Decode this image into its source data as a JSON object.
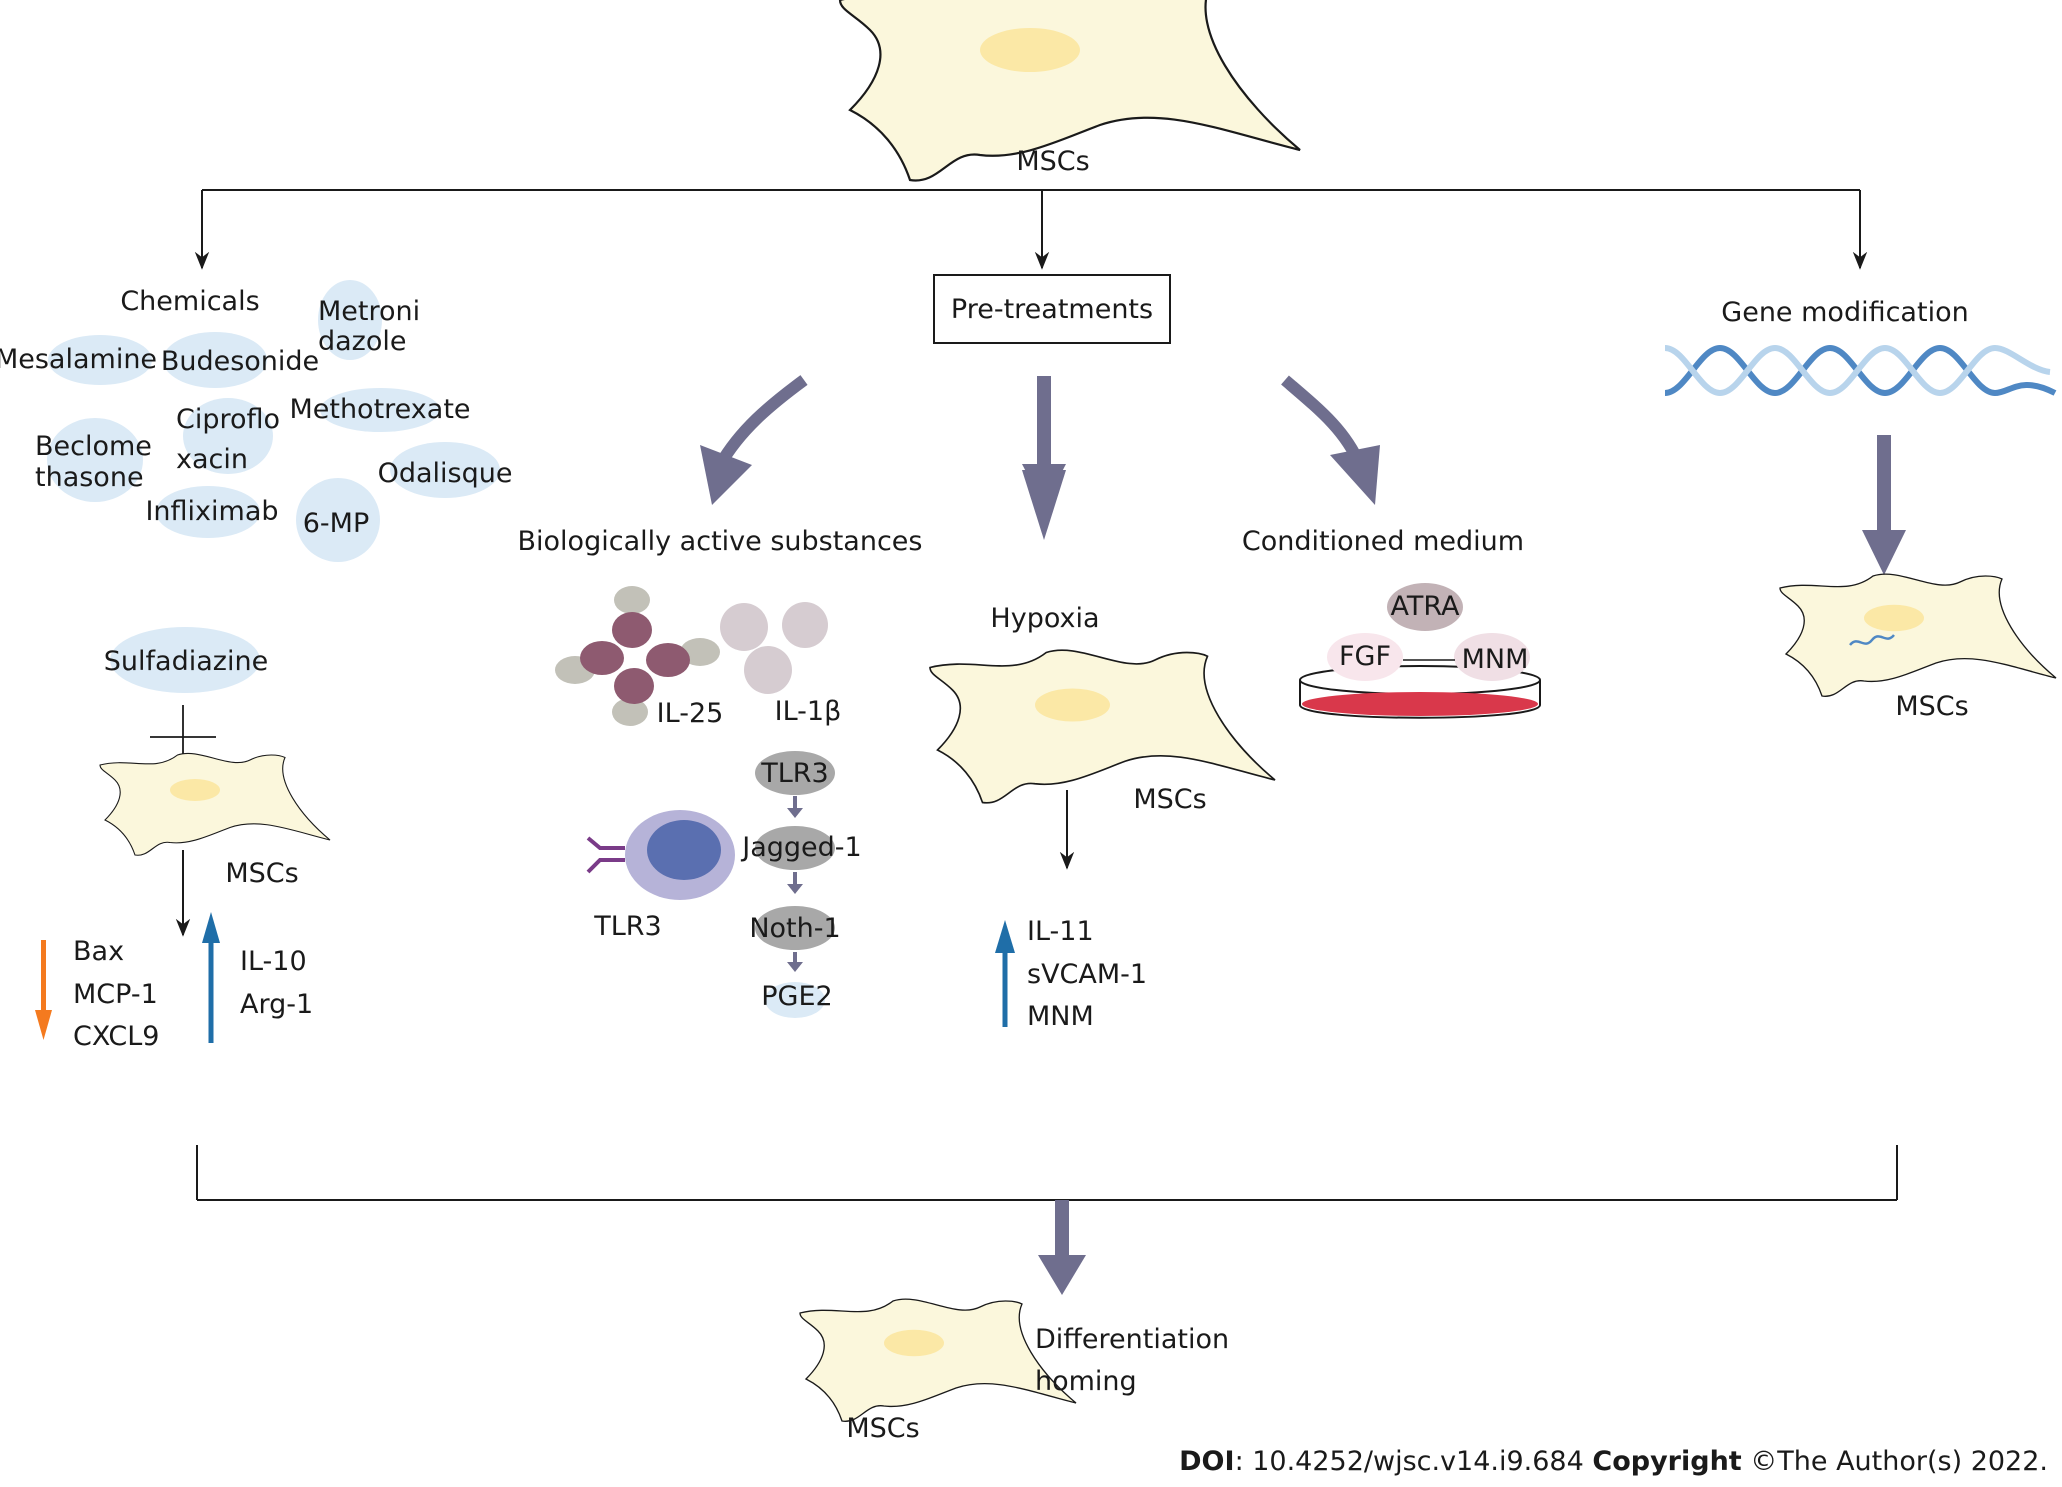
{
  "top": {
    "cell_label": "MSCs"
  },
  "branches": {
    "chemicals": "Chemicals",
    "pretreatments": "Pre-treatments",
    "gene_modification": "Gene modification"
  },
  "chemicals": {
    "mesalamine": "Mesalamine",
    "budesonide": "Budesonide",
    "metronidazole_1": "Metroni",
    "metronidazole_2": "dazole",
    "beclomethasone_1": "Beclome",
    "beclomethasone_2": "thasone",
    "ciprofloxacin_1": "Ciproflo",
    "ciprofloxacin_2": "xacin",
    "methotrexate": "Methotrexate",
    "odalisque": "Odalisque",
    "infliximab": "Infliximab",
    "six_mp": "6-MP",
    "sulfadiazine": "Sulfadiazine",
    "cell_label": "MSCs",
    "down": [
      "Bax",
      "MCP-1",
      "CXCL9"
    ],
    "up": [
      "IL-10",
      "Arg-1"
    ]
  },
  "bio": {
    "title": "Biologically active substances",
    "il25": "IL-25",
    "il1b": "IL-1β",
    "receptor": "TLR3",
    "pathway": [
      "TLR3",
      "Jagged-1",
      "Noth-1",
      "PGE2"
    ]
  },
  "hypoxia": {
    "title": "Hypoxia",
    "cell_label": "MSCs",
    "up": [
      "IL-11",
      "sVCAM-1",
      "MNM"
    ]
  },
  "conditioned": {
    "title": "Conditioned medium",
    "atra": "ATRA",
    "fgf": "FGF",
    "mnm": "MNM"
  },
  "gene": {
    "cell_label": "MSCs"
  },
  "bottom": {
    "cell_label": "MSCs",
    "outcome_1": "Differentiation",
    "outcome_2": "homing"
  },
  "footer": {
    "doi_label": "DOI",
    "doi_value": ": 10.4252/wjsc.v14.i9.684 ",
    "copyright_label": "Copyright",
    "copyright_value": " ©The Author(s) 2022."
  },
  "colors": {
    "cell_fill": "#fbf7dc",
    "nucleus": "#fbe8a6",
    "chip": "#dbeaf6",
    "thick_arrow": "#6f6e8e",
    "up_arrow": "#1f6ea8",
    "down_arrow": "#f47a1f",
    "dish_medium": "#d9384b"
  }
}
